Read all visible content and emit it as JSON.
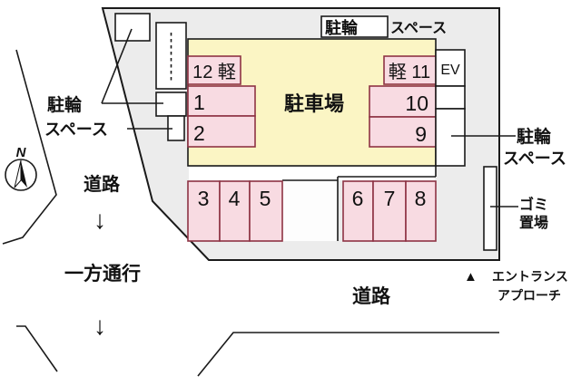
{
  "colors": {
    "site_background": "#ececec",
    "parking_lot_fill": "#fbf5c4",
    "space_fill": "#f8dbe2",
    "space_border": "#8e3344",
    "outline": "#1a1a1a"
  },
  "compass": {
    "north_label": "N"
  },
  "labels": {
    "bicycle_space_top": {
      "boxed": "駐輪",
      "suffix": "スペース"
    },
    "bicycle_space_left": {
      "line1": "駐輪",
      "line2": "スペース"
    },
    "bicycle_space_right": {
      "line1": "駐輪",
      "line2": "スペース"
    },
    "garbage": {
      "line1": "ゴミ",
      "line2": "置場"
    },
    "road_left": "道路",
    "road_bottom": "道路",
    "one_way": "一方通行",
    "down_arrow": "↓",
    "entrance_marker": "▲",
    "entrance_line1": "エントランス",
    "entrance_line2": "アプローチ",
    "parking_lot": "駐車場",
    "elevator": "EV"
  },
  "spaces": {
    "space12": "12 軽",
    "space11": "軽 11",
    "space1": "1",
    "space2": "2",
    "space10": "10",
    "space9": "9",
    "space3": "3",
    "space4": "4",
    "space5": "5",
    "space6": "6",
    "space7": "7",
    "space8": "8"
  }
}
